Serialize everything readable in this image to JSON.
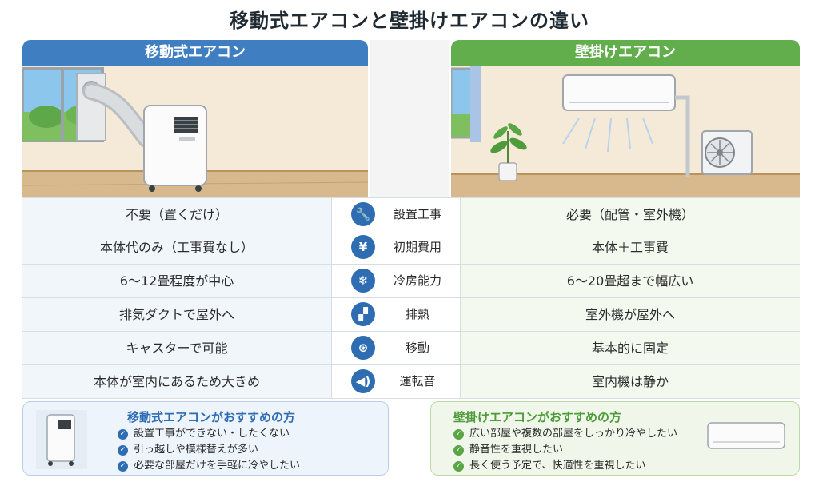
{
  "title": "移動式エアコンと壁掛けエアコンの違い",
  "colors": {
    "portable_accent": "#3f7fc1",
    "wall_accent": "#62ad4c"
  },
  "portable": {
    "heading": "移動式エアコン"
  },
  "wall": {
    "heading": "壁掛けエアコン"
  },
  "rows": [
    {
      "icon": "wrench-icon",
      "glyph": "🔧",
      "label": "設置工事",
      "portable": "不要（置くだけ）",
      "wall": "必要（配管・室外機）"
    },
    {
      "icon": "yen-icon",
      "glyph": "¥",
      "label": "初期費用",
      "portable": "本体代のみ（工事費なし）",
      "wall": "本体＋工事費"
    },
    {
      "icon": "snowflake-icon",
      "glyph": "❄",
      "label": "冷房能力",
      "portable": "6～12畳程度が中心",
      "wall": "6～20畳超まで幅広い"
    },
    {
      "icon": "exhaust-icon",
      "glyph": "▞",
      "label": "排熱",
      "portable": "排気ダクトで屋外へ",
      "wall": "室外機が屋外へ"
    },
    {
      "icon": "caster-icon",
      "glyph": "⊛",
      "label": "移動",
      "portable": "キャスターで可能",
      "wall": "基本的に固定"
    },
    {
      "icon": "speaker-icon",
      "glyph": "◀)",
      "label": "運転音",
      "portable": "本体が室内にあるため大きめ",
      "wall": "室内機は静か"
    }
  ],
  "recommend": {
    "portable": {
      "title": "移動式エアコンがおすすめの方",
      "items": [
        "設置工事ができない・したくない",
        "引っ越しや模様替えが多い",
        "必要な部屋だけを手軽に冷やしたい"
      ]
    },
    "wall": {
      "title": "壁掛けエアコンがおすすめの方",
      "items": [
        "広い部屋や複数の部屋をしっかり冷やしたい",
        "静音性を重視したい",
        "長く使う予定で、快適性を重視したい"
      ]
    }
  }
}
